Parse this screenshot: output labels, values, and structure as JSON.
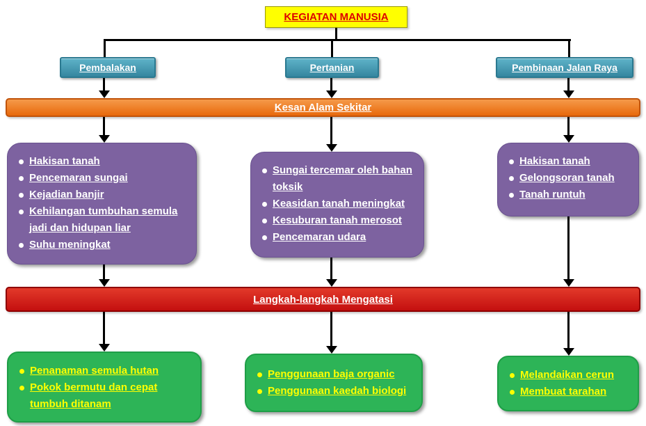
{
  "title": "KEGIATAN MANUSIA",
  "banners": {
    "effects": "Kesan Alam Sekitar",
    "solutions": "Langkah-langkah Mengatasi"
  },
  "columns": [
    {
      "activity": "Pembalakan",
      "effects": [
        "Hakisan tanah",
        "Pencemaran sungai",
        "Kejadian banjir",
        "Kehilangan tumbuhan semula jadi dan hidupan liar",
        "Suhu meningkat"
      ],
      "solutions": [
        "Penanaman semula hutan",
        "Pokok bermutu dan cepat tumbuh ditanam"
      ]
    },
    {
      "activity": "Pertanian",
      "effects": [
        "Sungai tercemar oleh bahan toksik",
        "Keasidan tanah meningkat",
        "Kesuburan tanah merosot",
        "Pencemaran udara"
      ],
      "solutions": [
        "Penggunaan baja organic",
        "Penggunaan kaedah biologi"
      ]
    },
    {
      "activity": "Pembinaan Jalan Raya",
      "effects": [
        "Hakisan tanah",
        "Gelongsoran tanah",
        "Tanah runtuh"
      ],
      "solutions": [
        "Melandaikan cerun",
        "Membuat tarahan"
      ]
    }
  ],
  "colors": {
    "title_bg": "#FFFF00",
    "title_text": "#DD0000",
    "activity_bg": "#3E93AE",
    "effects_banner_bg": "#EF7C1A",
    "effects_box_bg": "#7D62A0",
    "solutions_banner_bg": "#D41A1A",
    "solutions_box_bg": "#2DB457",
    "solutions_text": "#FFFF00",
    "arrow": "#000000"
  }
}
